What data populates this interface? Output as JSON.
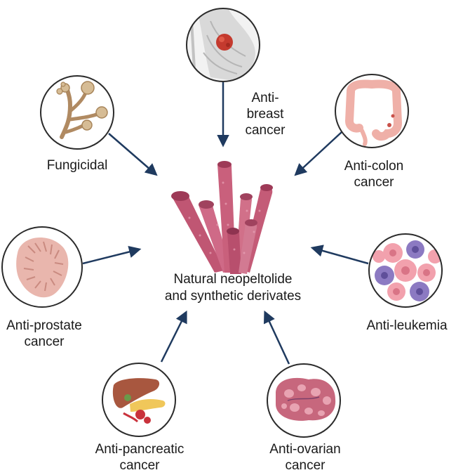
{
  "center": {
    "line1": "Natural neopeltolide",
    "line2": "and synthetic derivates"
  },
  "nodes": {
    "breast": {
      "line1": "Anti-",
      "line2": "breast",
      "line3": "cancer",
      "icon": "breast-tumor-icon"
    },
    "colon": {
      "line1": "Anti-colon",
      "line2": "cancer",
      "icon": "colon-icon"
    },
    "leukemia": {
      "line1": "Anti-leukemia",
      "icon": "leukemia-cells-icon"
    },
    "ovarian": {
      "line1": "Anti-ovarian",
      "line2": "cancer",
      "icon": "ovary-icon"
    },
    "pancreatic": {
      "line1": "Anti-pancreatic",
      "line2": "cancer",
      "icon": "pancreas-liver-icon"
    },
    "prostate": {
      "line1": "Anti-prostate",
      "line2": "cancer",
      "icon": "prostate-icon"
    },
    "fungicidal": {
      "line1": "Fungicidal",
      "icon": "fungus-icon"
    }
  },
  "colors": {
    "arrow": "#1f3a5f",
    "circle_stroke": "#2b2b2b",
    "sponge": "#c9607c",
    "sponge_dark": "#9e3a57"
  }
}
